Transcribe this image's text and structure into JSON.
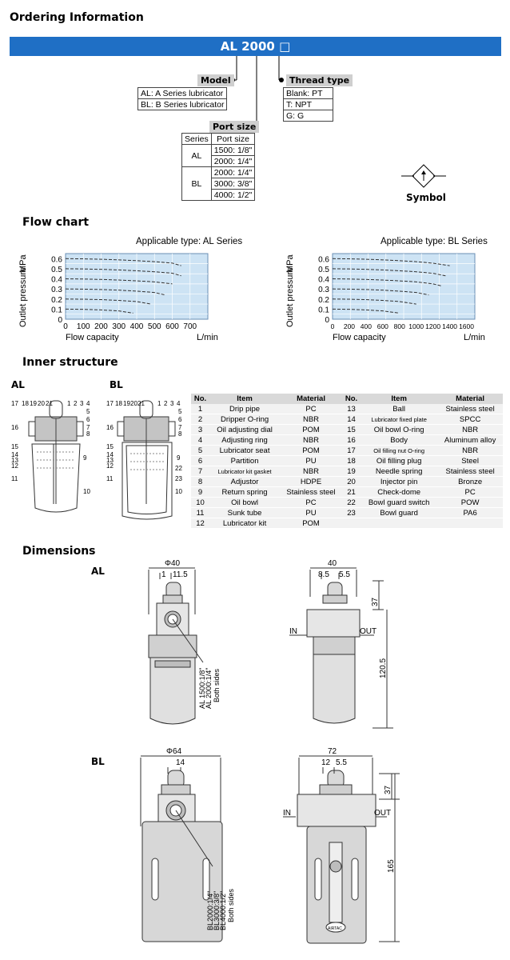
{
  "headings": {
    "ordering": "Ordering Information",
    "flow": "Flow chart",
    "inner": "Inner structure",
    "dimensions": "Dimensions"
  },
  "ordering": {
    "code": "AL 2000 □",
    "model": {
      "label": "Model",
      "rows": [
        "AL: A Series lubricator",
        "BL: B Series lubricator"
      ]
    },
    "thread": {
      "label": "Thread type",
      "rows": [
        "Blank: PT",
        "T: NPT",
        "G: G"
      ]
    },
    "port": {
      "label": "Port size",
      "col1": "Series",
      "col2": "Port size",
      "groups": [
        {
          "series": "AL",
          "sizes": [
            "1500: 1/8\"",
            "2000: 1/4\""
          ]
        },
        {
          "series": "BL",
          "sizes": [
            "2000: 1/4\"",
            "3000: 3/8\"",
            "4000: 1/2\""
          ]
        }
      ]
    },
    "symbol": "Symbol"
  },
  "flowcharts": [
    {
      "title": "Applicable type: AL Series",
      "ylabel": "Outlet pressure",
      "yunit": "MPa",
      "xlabel": "Flow capacity",
      "xunit": "L/min",
      "yticks": [
        "0.6",
        "0.5",
        "0.4",
        "0.3",
        "0.2",
        "0.1",
        "0"
      ],
      "xticks": [
        "0",
        "100",
        "200",
        "300",
        "400",
        "500",
        "600",
        "700"
      ]
    },
    {
      "title": "Applicable type: BL Series",
      "ylabel": "Outlet pressure",
      "yunit": "MPa",
      "xlabel": "Flow capacity",
      "xunit": "L/min",
      "yticks": [
        "0.6",
        "0.5",
        "0.4",
        "0.3",
        "0.2",
        "0.1",
        "0"
      ],
      "xticks": [
        "0",
        "200",
        "400",
        "600",
        "800",
        "1000",
        "1200",
        "1400",
        "1600"
      ]
    }
  ],
  "chart_data": [
    {
      "type": "line",
      "title": "Applicable type: AL Series",
      "xlabel": "Flow capacity L/min",
      "ylabel": "Outlet pressure MPa",
      "xlim": [
        0,
        800
      ],
      "ylim": [
        0,
        0.65
      ],
      "grid": true,
      "series": [
        {
          "x": [
            0,
            100,
            200,
            300,
            400,
            500,
            600,
            650
          ],
          "y": [
            0.6,
            0.598,
            0.594,
            0.588,
            0.58,
            0.57,
            0.556,
            0.53
          ]
        },
        {
          "x": [
            0,
            100,
            200,
            300,
            400,
            500,
            600,
            650
          ],
          "y": [
            0.5,
            0.498,
            0.494,
            0.488,
            0.48,
            0.47,
            0.456,
            0.43
          ]
        },
        {
          "x": [
            0,
            100,
            200,
            300,
            400,
            500,
            600
          ],
          "y": [
            0.4,
            0.398,
            0.394,
            0.388,
            0.38,
            0.37,
            0.35
          ]
        },
        {
          "x": [
            0,
            100,
            200,
            300,
            400,
            500,
            560
          ],
          "y": [
            0.3,
            0.298,
            0.294,
            0.288,
            0.278,
            0.265,
            0.24
          ]
        },
        {
          "x": [
            0,
            100,
            200,
            300,
            400,
            480
          ],
          "y": [
            0.2,
            0.198,
            0.194,
            0.186,
            0.175,
            0.15
          ]
        },
        {
          "x": [
            0,
            100,
            200,
            300,
            380
          ],
          "y": [
            0.1,
            0.098,
            0.092,
            0.082,
            0.06
          ]
        }
      ]
    },
    {
      "type": "line",
      "title": "Applicable type: BL Series",
      "xlabel": "Flow capacity L/min",
      "ylabel": "Outlet pressure MPa",
      "xlim": [
        0,
        1700
      ],
      "ylim": [
        0,
        0.65
      ],
      "grid": true,
      "series": [
        {
          "x": [
            0,
            200,
            400,
            600,
            800,
            1000,
            1200,
            1400
          ],
          "y": [
            0.6,
            0.598,
            0.594,
            0.588,
            0.58,
            0.57,
            0.555,
            0.53
          ]
        },
        {
          "x": [
            0,
            200,
            400,
            600,
            800,
            1000,
            1200,
            1350
          ],
          "y": [
            0.5,
            0.498,
            0.494,
            0.488,
            0.48,
            0.47,
            0.455,
            0.43
          ]
        },
        {
          "x": [
            0,
            200,
            400,
            600,
            800,
            1000,
            1200,
            1300
          ],
          "y": [
            0.4,
            0.398,
            0.394,
            0.388,
            0.38,
            0.37,
            0.35,
            0.33
          ]
        },
        {
          "x": [
            0,
            200,
            400,
            600,
            800,
            1000,
            1150
          ],
          "y": [
            0.3,
            0.298,
            0.294,
            0.288,
            0.278,
            0.265,
            0.24
          ]
        },
        {
          "x": [
            0,
            200,
            400,
            600,
            800,
            1000
          ],
          "y": [
            0.2,
            0.198,
            0.194,
            0.186,
            0.175,
            0.15
          ]
        },
        {
          "x": [
            0,
            200,
            400,
            600,
            800
          ],
          "y": [
            0.1,
            0.098,
            0.092,
            0.082,
            0.06
          ]
        }
      ]
    }
  ],
  "inner": {
    "al": "AL",
    "bl": "BL",
    "al_callouts": [
      "17",
      "18",
      "19",
      "20",
      "21",
      "1",
      "2",
      "3",
      "4",
      "5",
      "6",
      "7",
      "8",
      "16",
      "15",
      "14",
      "13",
      "12",
      "11",
      "9",
      "10"
    ],
    "bl_callouts": [
      "17",
      "18",
      "19",
      "20",
      "21",
      "1",
      "2",
      "3",
      "4",
      "5",
      "6",
      "7",
      "8",
      "16",
      "15",
      "14",
      "13",
      "12",
      "11",
      "9",
      "22",
      "23",
      "10"
    ],
    "table_headers": [
      "No.",
      "Item",
      "Material",
      "No.",
      "Item",
      "Material"
    ],
    "rows": [
      [
        "1",
        "Drip pipe",
        "PC",
        "13",
        "Ball",
        "Stainless steel"
      ],
      [
        "2",
        "Dripper O-ring",
        "NBR",
        "14",
        "Lubricator fixed plate",
        "SPCC"
      ],
      [
        "3",
        "Oil adjusting dial",
        "POM",
        "15",
        "Oil bowl O-ring",
        "NBR"
      ],
      [
        "4",
        "Adjusting ring",
        "NBR",
        "16",
        "Body",
        "Aluminum alloy"
      ],
      [
        "5",
        "Lubricator seat",
        "POM",
        "17",
        "Oil filling nut O-ring",
        "NBR"
      ],
      [
        "6",
        "Partition",
        "PU",
        "18",
        "Oil filling plug",
        "Steel"
      ],
      [
        "7",
        "Lubricator kit gasket",
        "NBR",
        "19",
        "Needle spring",
        "Stainless steel"
      ],
      [
        "8",
        "Adjustor",
        "HDPE",
        "20",
        "Injector pin",
        "Bronze"
      ],
      [
        "9",
        "Return spring",
        "Stainless steel",
        "21",
        "Check-dome",
        "PC"
      ],
      [
        "10",
        "Oil bowl",
        "PC",
        "22",
        "Bowl guard switch",
        "POW"
      ],
      [
        "11",
        "Sunk tube",
        "PU",
        "23",
        "Bowl guard",
        "PA6"
      ],
      [
        "12",
        "Lubricator kit",
        "POM",
        "",
        "",
        ""
      ]
    ]
  },
  "dims": {
    "al": "AL",
    "bl": "BL",
    "al_front": {
      "dia": "Φ40",
      "a": "1",
      "b": "11.5",
      "port": "AL 1500:1/8\"",
      "port2": "AL 2000:1/4\"",
      "both": "Both sides"
    },
    "al_side": {
      "w": "40",
      "a": "8.5",
      "b": "5.5",
      "top": "37",
      "h": "120.5",
      "in": "IN",
      "out": "OUT"
    },
    "bl_front": {
      "dia": "Φ64",
      "a": "14",
      "p1": "BL2000:1/4\"",
      "p2": "BL3000:3/8\"",
      "p3": "BL4000:1/2\"",
      "both": "Both sides"
    },
    "bl_side": {
      "w": "72",
      "a": "12",
      "b": "5.5",
      "top": "37",
      "h": "165",
      "in": "IN",
      "out": "OUT",
      "logo": "AIRTAC"
    }
  }
}
